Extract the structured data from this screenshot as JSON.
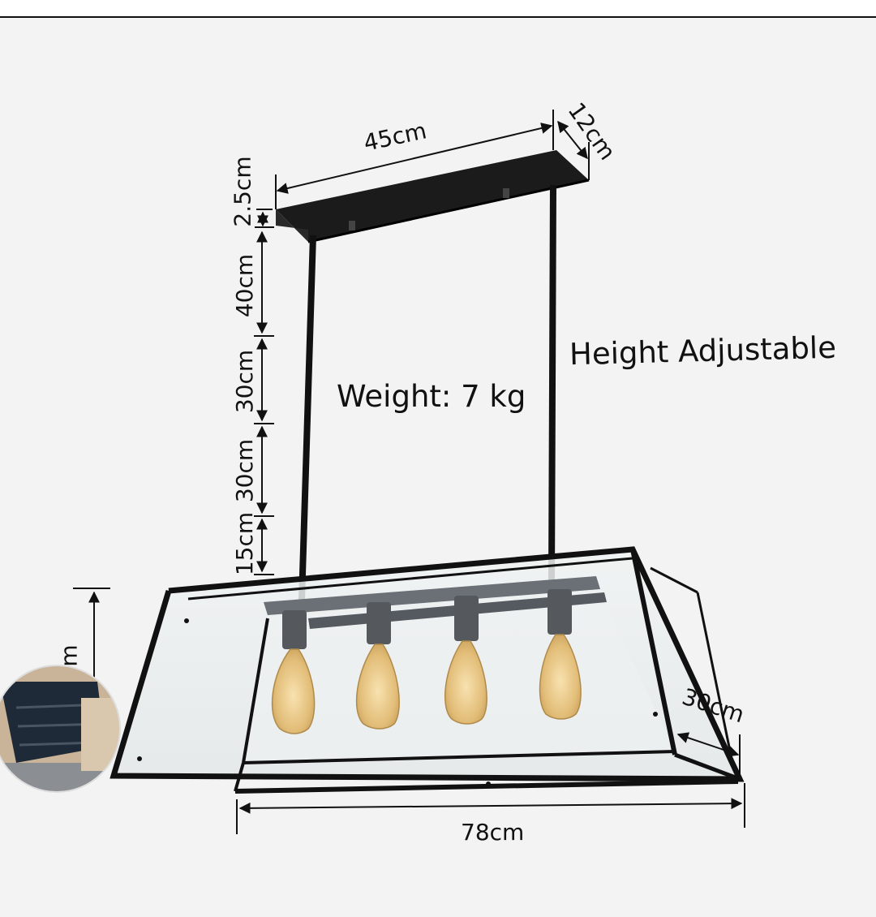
{
  "labels": {
    "width_top": "45cm",
    "depth_top": "12cm",
    "canopy_height": "2.5cm",
    "seg1": "40cm",
    "seg2": "30cm",
    "seg3": "30cm",
    "seg4": "15cm",
    "weight": "Weight: 7 kg",
    "height_adjustable": "Height Adjustable",
    "depth_bottom": "30cm",
    "width_bottom": "78cm",
    "left_partial": "m"
  },
  "colors": {
    "frame": "#111111",
    "glass": "#e7eceb",
    "bulb": "#e9c98a",
    "socket": "#55595e"
  },
  "icons": {
    "bulb": "edison-bulb-icon"
  }
}
